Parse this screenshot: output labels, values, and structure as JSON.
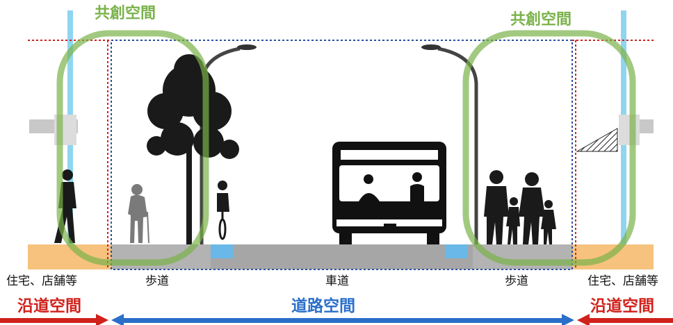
{
  "labels": {
    "cocreation_left": "共創空間",
    "cocreation_right": "共創空間",
    "ground_left": "住宅、店舗等",
    "sidewalk_left": "歩道",
    "roadway": "車道",
    "sidewalk_right": "歩道",
    "ground_right": "住宅、店舗等",
    "roadside_left": "沿道空間",
    "road_space": "道路空間",
    "roadside_right": "沿道空間"
  },
  "icons": [
    "tree-icon",
    "street-lamp-icon",
    "bus-icon",
    "pedestrian-icon",
    "elderly-with-cane-icon",
    "cyclist-icon",
    "family-icon",
    "building-wall-icon"
  ],
  "colors": {
    "cocreation_green": "#7ab24a",
    "roadside_red": "#d0211b",
    "road_blue": "#2a6fc9",
    "ground_tan": "#f6c27e",
    "roadway_gray": "#a6a6a6",
    "boundary_line_blue": "#7fd0ee"
  }
}
